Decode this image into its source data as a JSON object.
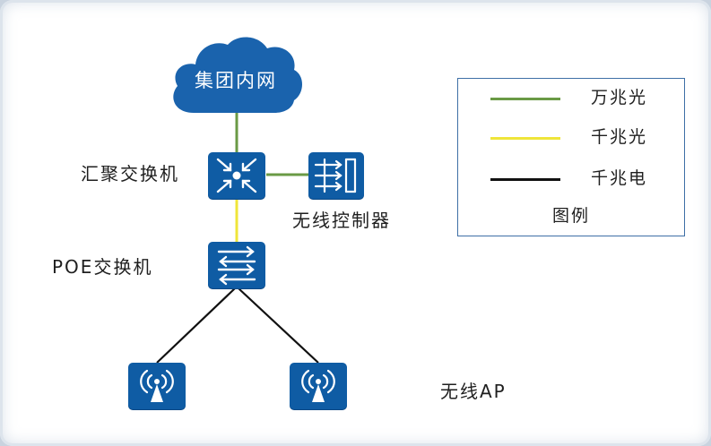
{
  "cloud": {
    "label": "集团内网",
    "color": "#1a63ad"
  },
  "devices": {
    "core_switch": {
      "label": "汇聚交换机",
      "icon": "aggregation-switch-icon"
    },
    "wireless_controller": {
      "label": "无线控制器",
      "icon": "wireless-controller-icon"
    },
    "poe_switch": {
      "label": "POE交换机",
      "icon": "poe-switch-icon"
    },
    "access_points": {
      "label": "无线AP",
      "icon": "wireless-ap-icon",
      "count": 2
    }
  },
  "legend": {
    "title": "图例",
    "items": [
      {
        "label": "万兆光",
        "color": "#6a9a45"
      },
      {
        "label": "千兆光",
        "color": "#efe53a"
      },
      {
        "label": "千兆电",
        "color": "#111111"
      }
    ]
  },
  "colors": {
    "device_fill": "#0f5ca4",
    "ten_gig_fiber": "#6a9a45",
    "gig_fiber": "#efe53a",
    "gig_copper": "#111111"
  }
}
